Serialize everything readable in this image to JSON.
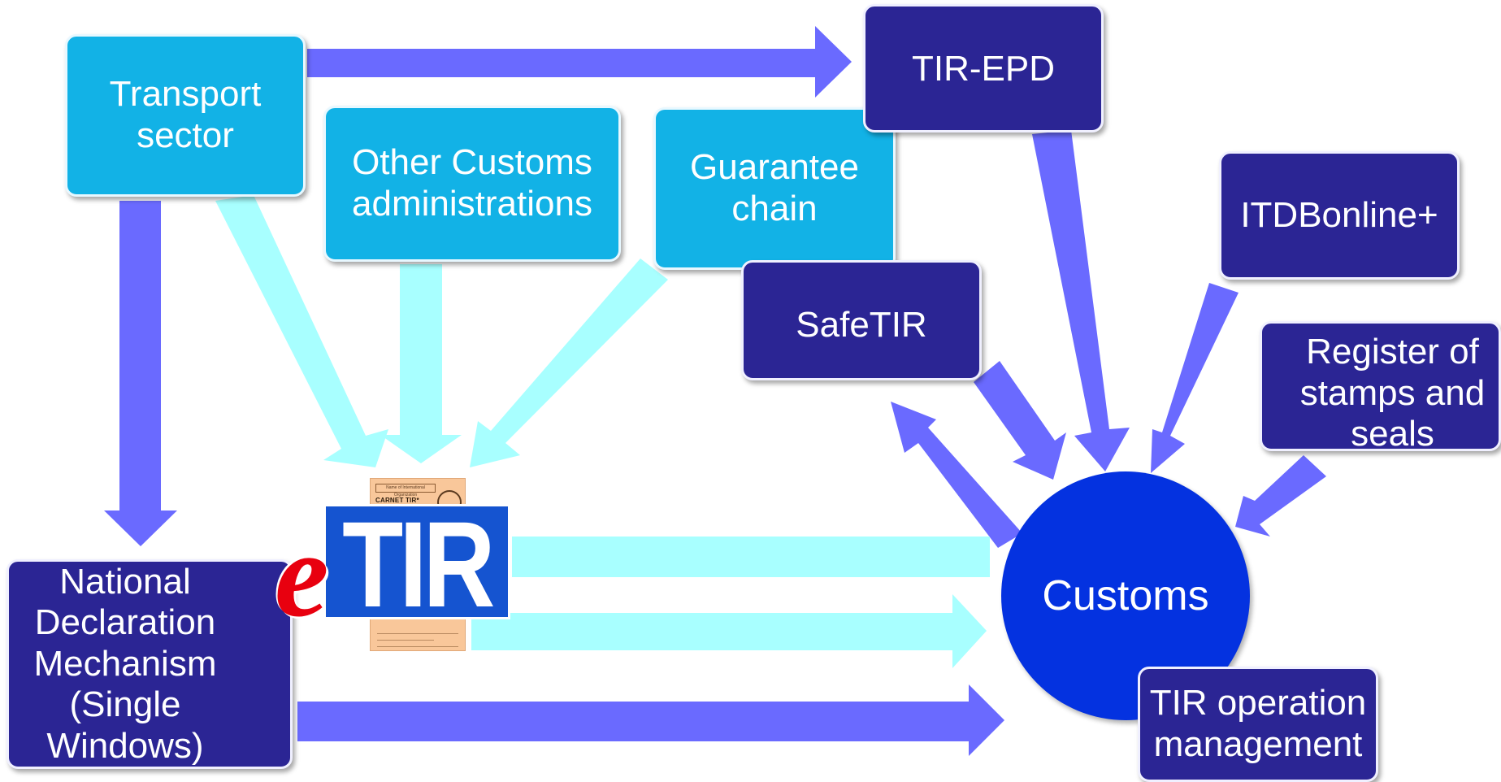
{
  "nodes": {
    "transport": "Transport sector",
    "other_customs": "Other Customs administrations",
    "guarantee": "Guarantee chain",
    "tir_epd": "TIR-EPD",
    "itdb": "ITDBonline+",
    "safetir": "SafeTIR",
    "register": "Register of stamps and seals",
    "national": "National Declaration Mechanism (Single Windows)",
    "customs": "Customs",
    "tir_ops": "TIR operation management"
  },
  "logo": {
    "e": "e",
    "tir": "TIR",
    "carnet_header": "Name of International Organization",
    "carnet_title": "CARNET TIR*"
  },
  "colors": {
    "light_box": "#12b2e6",
    "dark_box": "#2b2594",
    "customs_circle": "#0432e0",
    "arrow_dark": "#6a6aff",
    "arrow_light": "#a8ffff",
    "etir_red": "#e8000f",
    "etir_blue": "#1554d0"
  }
}
